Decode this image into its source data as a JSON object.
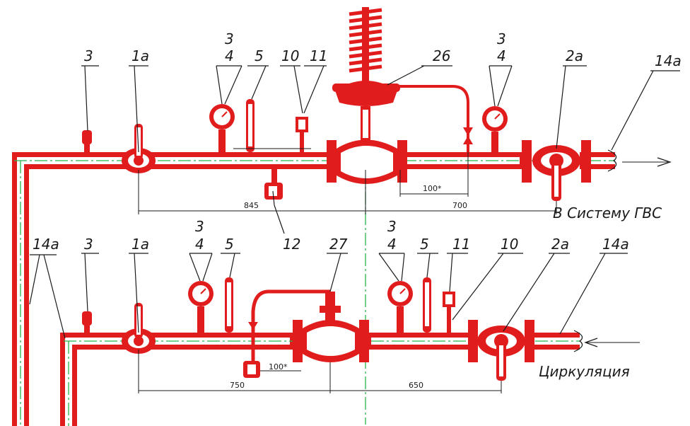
{
  "colors": {
    "pipe": "#e11c1c",
    "axis": "#27b34a",
    "text": "#1a1a1a",
    "background": "#ffffff"
  },
  "upper": {
    "labels": {
      "n3_left": "3",
      "n1a": "1а",
      "n3_gauge": "3",
      "n4_gauge": "4",
      "n5": "5",
      "n10": "10",
      "n11": "11",
      "n26": "26",
      "n3_right": "3",
      "n4_right": "4",
      "n2a": "2а",
      "n14a": "14а",
      "n12": "12"
    },
    "dims": {
      "d100": "100*",
      "d700": "700",
      "d845": "845"
    },
    "caption": "В Систему ГВС"
  },
  "lower": {
    "labels": {
      "n14a_left": "14а",
      "n3_left": "3",
      "n1a": "1а",
      "n3_gauge": "3",
      "n4_gauge": "4",
      "n5": "5",
      "n27": "27",
      "n3_right": "3",
      "n4_right": "4",
      "n5_right": "5",
      "n11": "11",
      "n10": "10",
      "n2a": "2а",
      "n14a_right": "14а"
    },
    "dims": {
      "d100": "100*",
      "d750": "750",
      "d650": "650"
    },
    "caption": "Циркуляция"
  }
}
